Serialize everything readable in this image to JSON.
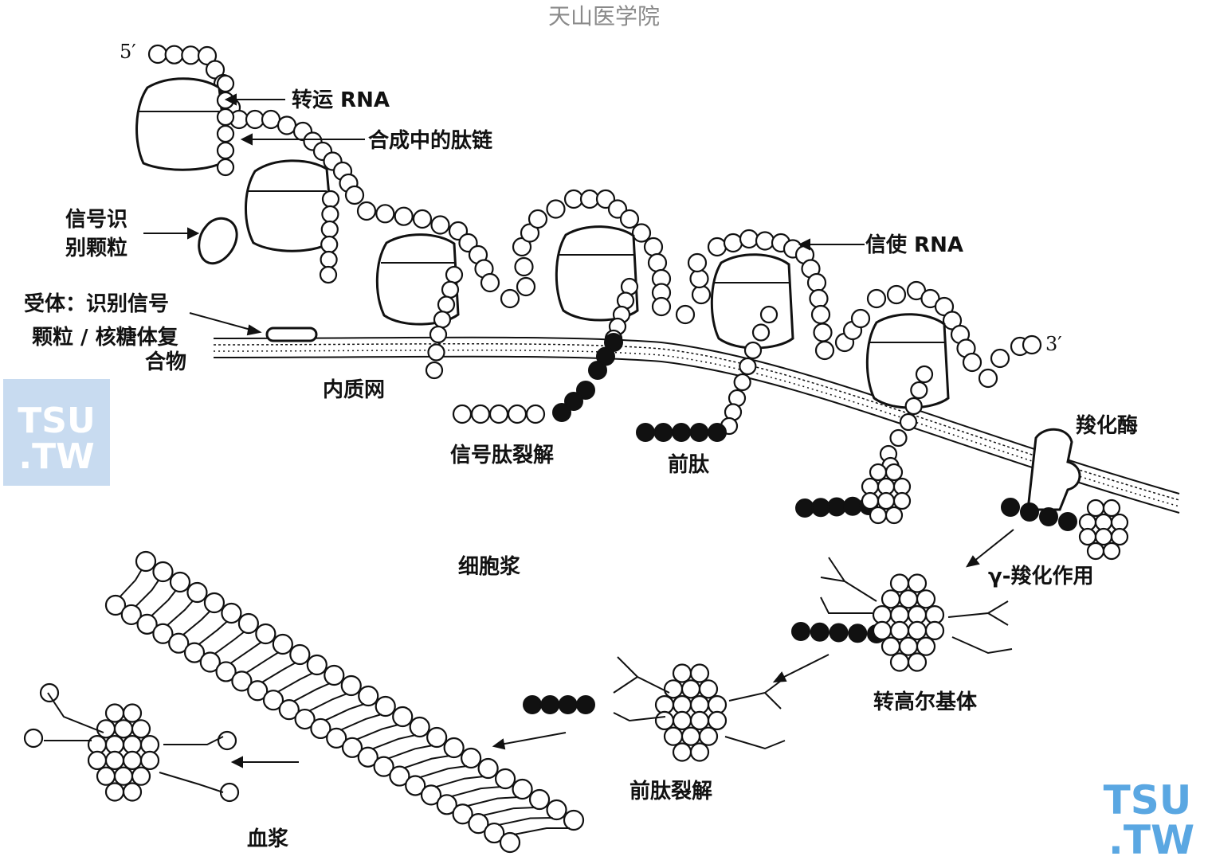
{
  "header": {
    "title": "天山医学院"
  },
  "watermarks": [
    {
      "line1": "TSU",
      "line2": ".TW",
      "color": "#5aa7e2"
    },
    {
      "line1": "TSU",
      "line2": ".TW",
      "color": "#5aa7e2"
    }
  ],
  "labels": {
    "five_prime": "5′",
    "three_prime": "3′",
    "trna": "转运 RNA",
    "nascent_chain": "合成中的肽链",
    "srp_line1": "信号识",
    "srp_line2": "别颗粒",
    "receptor_line1": "受体：识别信号",
    "receptor_line2": "颗粒 / 核糖体复",
    "receptor_line3": "合物",
    "er": "内质网",
    "mrna": "信使 RNA",
    "signal_cleavage": "信号肽裂解",
    "propeptide": "前肽",
    "carboxylase": "羧化酶",
    "gamma_carboxylation": "γ-羧化作用",
    "cytoplasm": "细胞浆",
    "to_golgi": "转高尔基体",
    "propeptide_cleavage": "前肽裂解",
    "plasma": "血浆"
  }
}
